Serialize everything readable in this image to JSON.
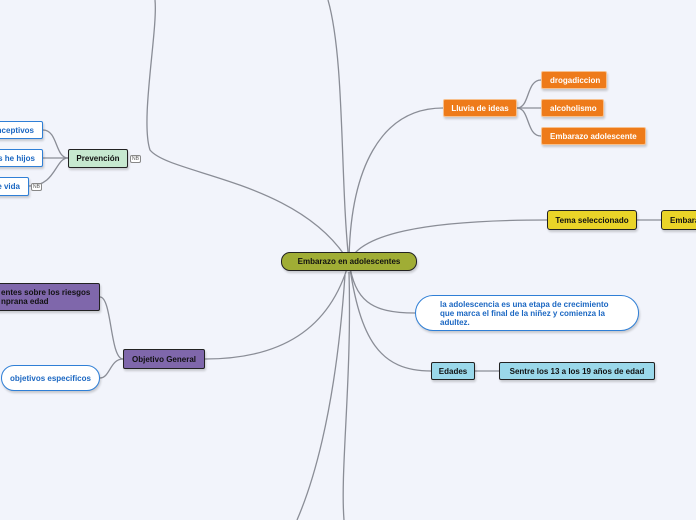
{
  "central": {
    "label": "Embarazo en adolescentes"
  },
  "lluvia": {
    "label": "Lluvia de ideas",
    "children": [
      "drogadiccion",
      "alcoholismo",
      "Embarazo adolescente"
    ]
  },
  "tema": {
    "label": "Tema seleccionado",
    "child": "Embara"
  },
  "definicion": {
    "label": "la adolescencia  es una etapa de crecimiento que marca  el final de la niñez y comienza la adultez."
  },
  "edades": {
    "label": "Edades",
    "child": "Sentre los 13 a los 19 años de edad"
  },
  "prevencion": {
    "label": "Prevención",
    "badge": "NB",
    "children": [
      "nceptivos",
      "s he hijos",
      "e vida"
    ],
    "child_badge": "NB"
  },
  "objetivo": {
    "label": "Objetivo General",
    "child_main": "entes sobre los riesgos\nnprana edad",
    "child_specific": "objetivos especificos"
  },
  "colors": {
    "background": "#f2f4fb",
    "link": "#8a8d96",
    "central": "#a0ad35",
    "orange": "#ee7b1a",
    "yellow": "#ead428",
    "green": "#c6e8cf",
    "purple": "#7f67ab",
    "cyan": "#9ad8ea",
    "blue_text": "#1b67c2"
  }
}
